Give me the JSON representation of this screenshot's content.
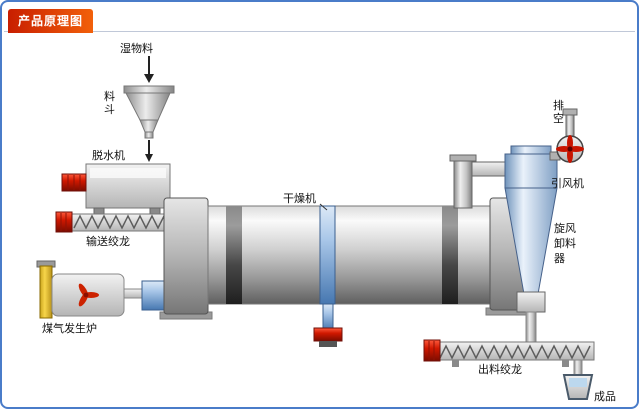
{
  "header": {
    "title": "产品原理图"
  },
  "diagram": {
    "labels": {
      "wet_material": "湿物料",
      "hopper": "料斗",
      "dehydrator": "脱水机",
      "feed_auger": "输送绞龙",
      "gas_furnace": "煤气发生炉",
      "dryer": "干燥机",
      "exhaust": "排空",
      "draft_fan": "引风机",
      "cyclone_line1": "旋风",
      "cyclone_line2": "卸料",
      "cyclone_line3": "器",
      "discharge_auger": "出料绞龙",
      "product": "成品"
    },
    "colors": {
      "page_border": "#4a7cc9",
      "header_bg_left": "#c81e00",
      "header_bg_right": "#f2600a",
      "header_text": "#ffffff",
      "machine_gray": "#c8c8c8",
      "band_dark": "#333333",
      "band_blue": "#4677b0",
      "motor_red": "#d01800",
      "furnace_yellow": "#f7d54a",
      "cyclone_blue": "#7f9fc4"
    }
  }
}
